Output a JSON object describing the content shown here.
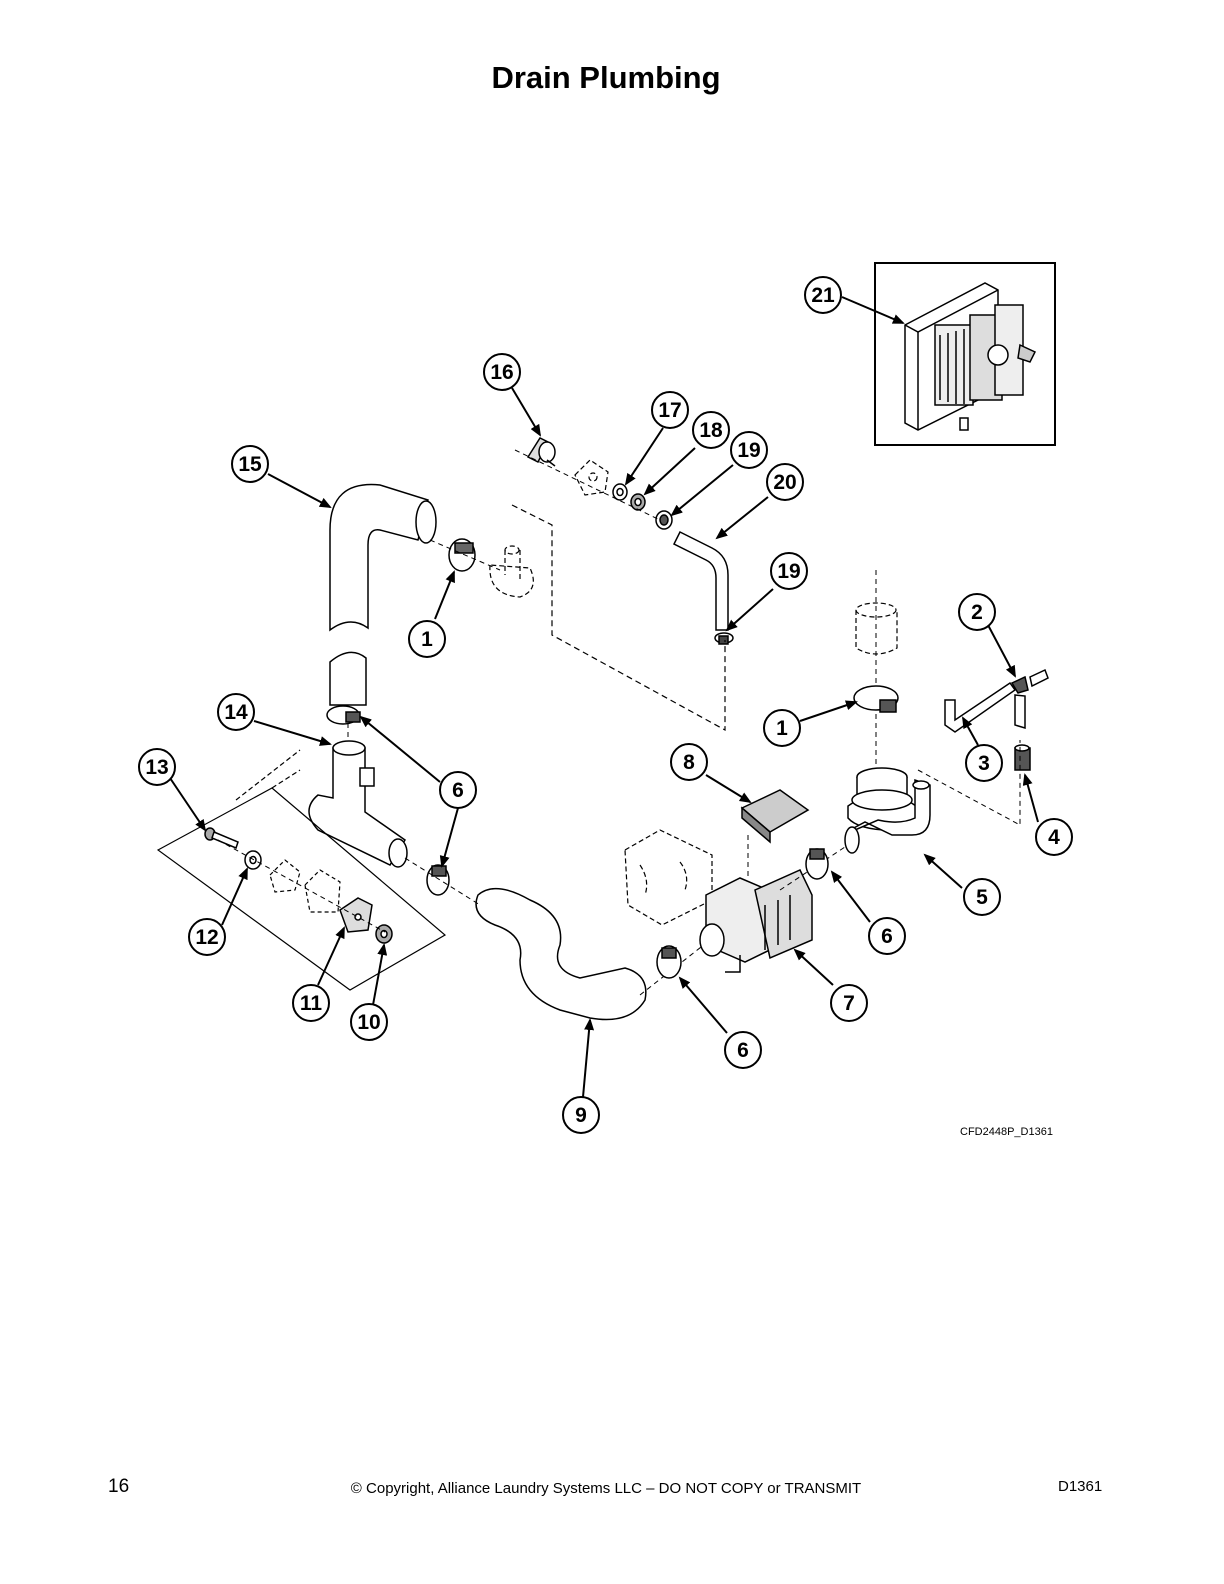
{
  "page": {
    "title": "Drain Plumbing",
    "drawing_code": "CFD2448P_D1361",
    "page_number": "16",
    "copyright": "© Copyright, Alliance Laundry Systems LLC – DO NOT COPY or TRANSMIT",
    "doc_id": "D1361"
  },
  "callouts": [
    "21",
    "16",
    "17",
    "18",
    "19",
    "20",
    "15",
    "1",
    "19",
    "2",
    "1",
    "3",
    "14",
    "8",
    "13",
    "6",
    "4",
    "5",
    "12",
    "6",
    "7",
    "11",
    "10",
    "6",
    "9"
  ]
}
